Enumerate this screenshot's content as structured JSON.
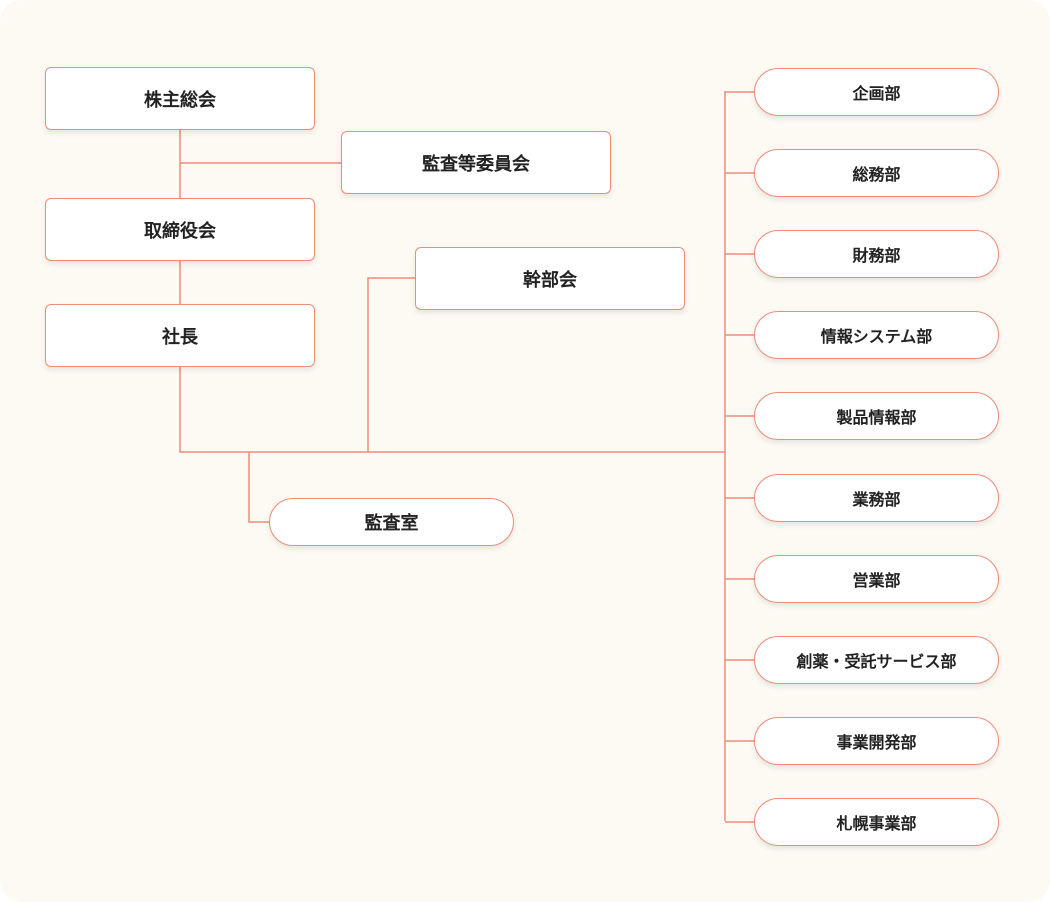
{
  "accent_color": "#ef8c78",
  "background_color": "#fdfaf4",
  "nodes": {
    "shareholders": "株主総会",
    "audit_committee": "監査等委員会",
    "board": "取締役会",
    "president": "社長",
    "executive_meeting": "幹部会",
    "audit_office": "監査室",
    "departments": [
      "企画部",
      "総務部",
      "財務部",
      "情報システム部",
      "製品情報部",
      "業務部",
      "営業部",
      "創薬・受託サービス部",
      "事業開発部",
      "札幌事業部"
    ]
  }
}
